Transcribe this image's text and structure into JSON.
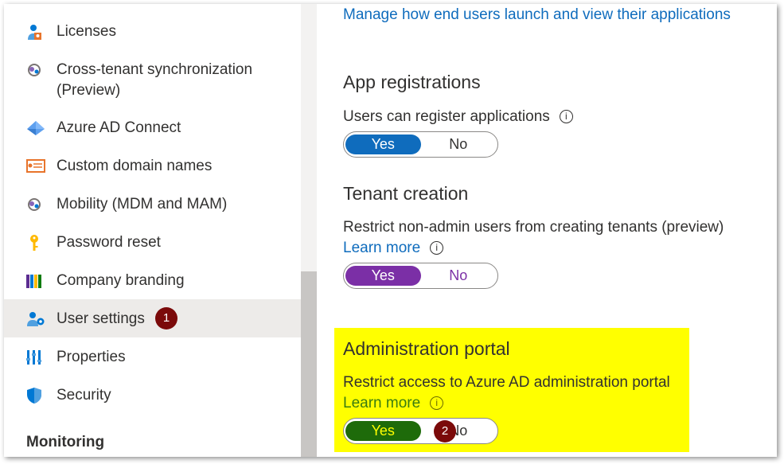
{
  "sidebar": {
    "items": [
      {
        "label": "Licenses",
        "icon": "licenses-icon"
      },
      {
        "label": "Cross-tenant synchronization",
        "label2": "(Preview)",
        "icon": "sync-icon"
      },
      {
        "label": "Azure AD Connect",
        "icon": "azure-ad-connect-icon"
      },
      {
        "label": "Custom domain names",
        "icon": "certificate-icon"
      },
      {
        "label": "Mobility (MDM and MAM)",
        "icon": "mobility-icon"
      },
      {
        "label": "Password reset",
        "icon": "key-icon"
      },
      {
        "label": "Company branding",
        "icon": "branding-icon"
      },
      {
        "label": "User settings",
        "icon": "user-settings-icon",
        "active": true
      },
      {
        "label": "Properties",
        "icon": "properties-icon"
      },
      {
        "label": "Security",
        "icon": "shield-icon"
      }
    ],
    "section_heading": "Monitoring"
  },
  "badges": {
    "one": "1",
    "two": "2"
  },
  "main": {
    "top_link": "Manage how end users launch and view their applications",
    "app_registrations": {
      "title": "App registrations",
      "description": "Users can register applications",
      "yes": "Yes",
      "no": "No",
      "selected": "Yes"
    },
    "tenant_creation": {
      "title": "Tenant creation",
      "description": "Restrict non-admin users from creating tenants (preview)",
      "learn_more": "Learn more",
      "yes": "Yes",
      "no": "No",
      "selected": "Yes"
    },
    "admin_portal": {
      "title": "Administration portal",
      "description": "Restrict access to Azure AD administration portal",
      "learn_more": "Learn more",
      "yes": "Yes",
      "no": "No",
      "selected": "Yes"
    },
    "info_glyph": "i"
  },
  "colors": {
    "toggle_blue": "#0f6cbd",
    "toggle_purple": "#7b2fa6",
    "toggle_green": "#1e6b0a",
    "highlight": "#ffff00",
    "badge": "#7b0a0a",
    "link": "#0f6cbd"
  }
}
